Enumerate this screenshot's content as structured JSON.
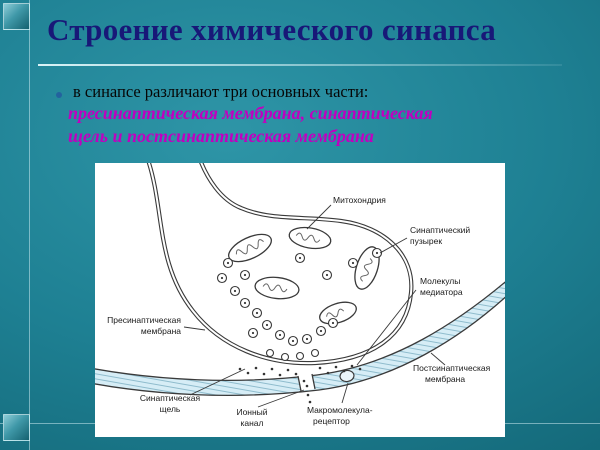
{
  "slide": {
    "title": "Строение химического синапса",
    "bullet_text": "в синапсе различают три основных части:",
    "highlight_line1": "пресинаптическая  мембрана, синаптическая",
    "highlight_line2": "щель и постсинаптическая мембрана",
    "colors": {
      "background_center": "#2e95a7",
      "background_edge": "#0e5b6a",
      "title_text": "#181878",
      "body_text": "#060606",
      "highlight_text": "#c000c0",
      "bullet_dot": "#23629e",
      "divider_line": "#e4f9fc"
    }
  },
  "diagram": {
    "background": "#ffffff",
    "outline_color": "#3a3a3a",
    "membrane_fill": "#d6edf6",
    "labels": {
      "mitochondria": "Митохондрия",
      "synaptic_vesicle_l1": "Синаптический",
      "synaptic_vesicle_l2": "пузырек",
      "mediator_l1": "Молекулы",
      "mediator_l2": "медиатора",
      "presynaptic_l1": "Пресинаптическая",
      "presynaptic_l2": "мембрана",
      "postsynaptic_l1": "Постсинаптическая",
      "postsynaptic_l2": "мембрана",
      "cleft_l1": "Синаптическая",
      "cleft_l2": "щель",
      "ion_channel_l1": "Ионный",
      "ion_channel_l2": "канал",
      "receptor_l1": "Макромолекула-",
      "receptor_l2": "рецептор"
    }
  }
}
